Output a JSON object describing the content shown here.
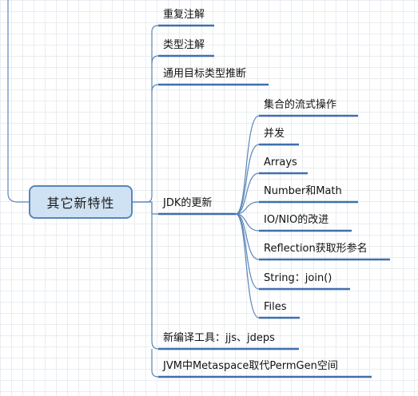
{
  "mindmap": {
    "root": {
      "label": "其它新特性"
    },
    "branches": [
      {
        "label": "重复注解"
      },
      {
        "label": "类型注解"
      },
      {
        "label": "通用目标类型推断"
      },
      {
        "label": "JDK的更新",
        "children": [
          {
            "label": "集合的流式操作"
          },
          {
            "label": "并发"
          },
          {
            "label": "Arrays"
          },
          {
            "label": "Number和Math"
          },
          {
            "label": "IO/NIO的改进"
          },
          {
            "label": "Reflection获取形参名"
          },
          {
            "label": "String：join()"
          },
          {
            "label": "Files"
          }
        ]
      },
      {
        "label": "新编译工具：jjs、jdeps"
      },
      {
        "label": "JVM中Metaspace取代PermGen空间"
      }
    ]
  },
  "colors": {
    "link": "#5b86b8",
    "underline": "#3f6fae",
    "root_fill": "#cfe2f3",
    "root_border": "#5b86b8"
  }
}
